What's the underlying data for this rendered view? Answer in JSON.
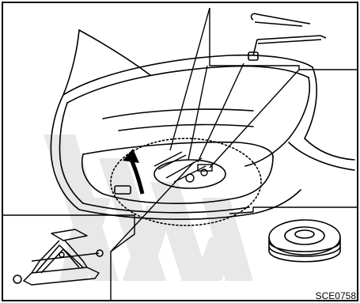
{
  "figure": {
    "reference_code": "SCE0758"
  },
  "colors": {
    "line": "#000000",
    "background": "#ffffff",
    "watermark": "#e5e5e5"
  },
  "callouts": [
    {
      "name": "tool-bag-callout",
      "depicts": "jack-handle-and-lug-wrench"
    },
    {
      "name": "jack-callout",
      "depicts": "scissor-jack"
    },
    {
      "name": "spare-tire-callout",
      "depicts": "spare-tire"
    }
  ]
}
